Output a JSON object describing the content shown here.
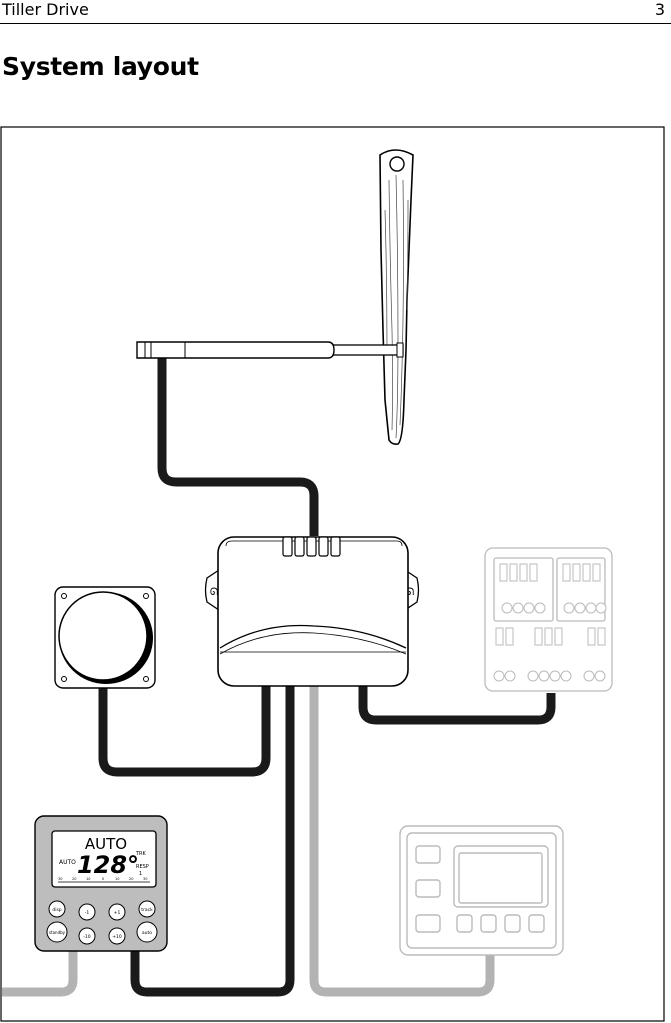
{
  "header": {
    "title": "Tiller Drive",
    "page_number": "3"
  },
  "section": {
    "title": "System layout"
  },
  "figure": {
    "control_head": {
      "mode": "AUTO",
      "mode_small": "AUTO",
      "heading": "128°",
      "trk": "TRK",
      "resp": "RESP",
      "resp_value": "1",
      "scale_left": [
        "30",
        "20",
        "10",
        "0"
      ],
      "scale_right": [
        "10",
        "20",
        "30"
      ],
      "buttons": {
        "disp": "disp",
        "minus1": "-1",
        "plus1": "+1",
        "track": "track",
        "standby": "standby",
        "minus10": "-10",
        "plus10": "+10",
        "auto": "auto"
      }
    },
    "colors": {
      "cable_dark": "#1a1a1a",
      "cable_light": "#b3b3b3",
      "outline": "#000000",
      "gray_device": "#bbbbbb"
    }
  }
}
